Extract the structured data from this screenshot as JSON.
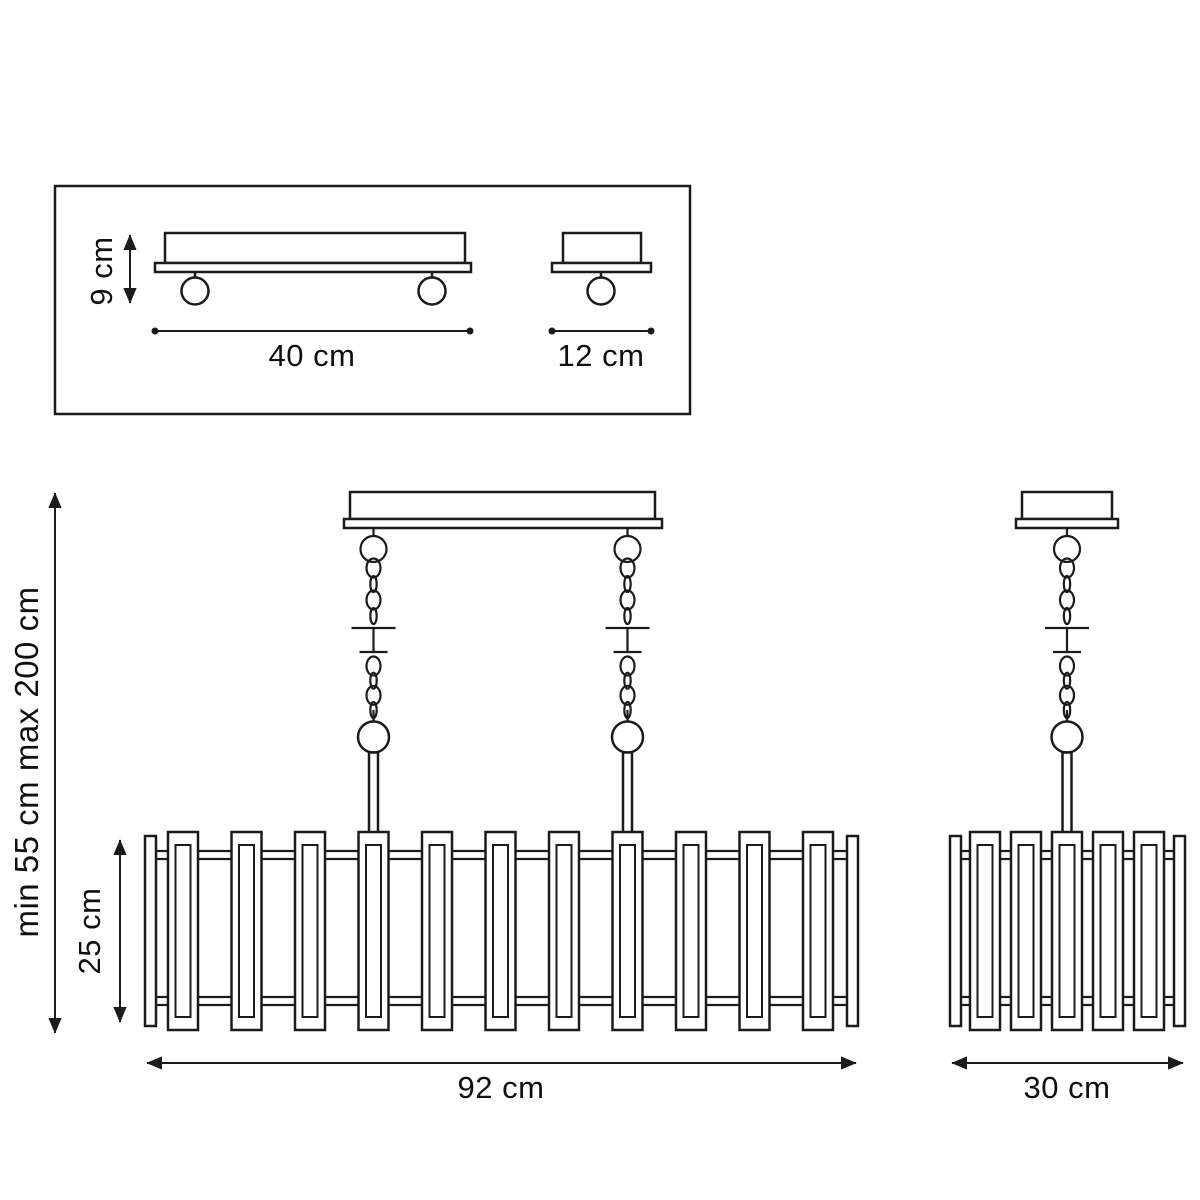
{
  "canvas": {
    "background": "#ffffff",
    "ink": "#1b1b1b"
  },
  "diagram": {
    "dimensions": {
      "canopy_height": "9 cm",
      "canopy_length": "40 cm",
      "canopy_side_length": "12 cm",
      "suspension_range": "min 55 cm max 200 cm",
      "shade_height": "25 cm",
      "shade_length": "92 cm",
      "shade_depth": "30 cm"
    }
  }
}
